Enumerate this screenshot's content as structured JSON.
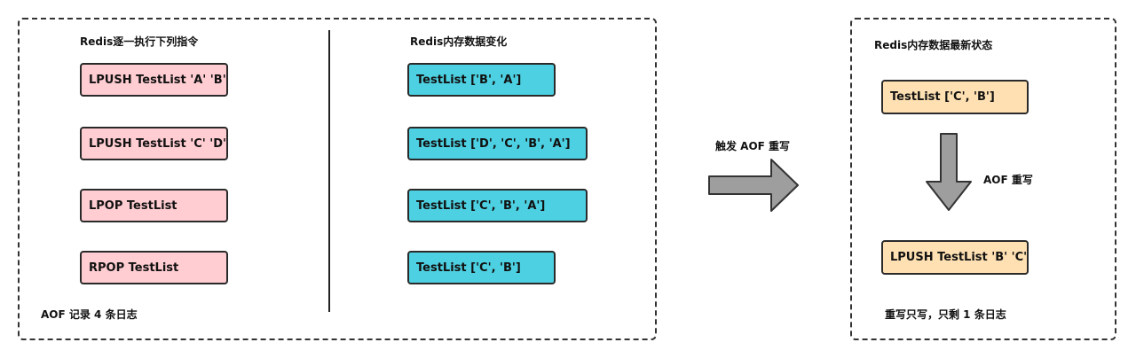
{
  "left_panel": {
    "commands_heading": "Redis逐一执行下列指令",
    "memory_heading": "Redis内存数据变化",
    "commands": [
      "LPUSH TestList 'A' 'B'",
      "LPUSH TestList 'C' 'D'",
      "LPOP TestList",
      "RPOP TestList"
    ],
    "memory_states": [
      "TestList ['B', 'A']",
      "TestList ['D', 'C', 'B', 'A']",
      "TestList ['C', 'B', 'A']",
      "TestList ['C', 'B']"
    ],
    "footer": "AOF 记录 4 条日志"
  },
  "trigger_label": "触发 AOF 重写",
  "right_panel": {
    "heading": "Redis内存数据最新状态",
    "latest_state": "TestList ['C', 'B']",
    "rewrite_label": "AOF 重写",
    "rewritten_command": "LPUSH TestList 'B' 'C'",
    "footer": "重写只写，只剩 1 条日志"
  },
  "colors": {
    "command_box": "#ffcdd2",
    "memory_box": "#4dd0e1",
    "latest_box": "#ffe0b2",
    "arrow": "#9e9e9e"
  }
}
